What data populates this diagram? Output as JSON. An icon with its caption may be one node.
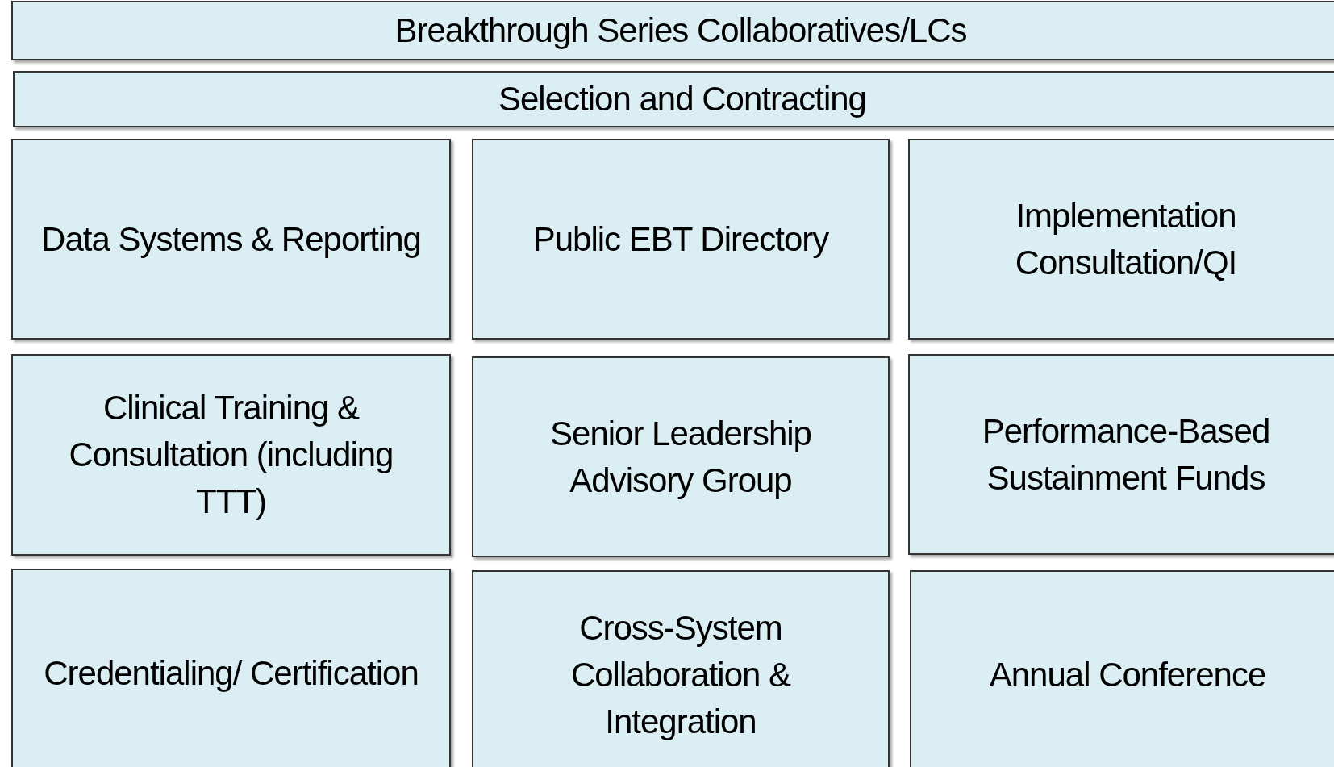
{
  "diagram": {
    "nodes": [
      {
        "text": [
          "Breakthrough Series Collaboratives/LCs"
        ]
      },
      {
        "text": [
          "Selection and Contracting"
        ]
      },
      {
        "text": [
          "Data Systems & Reporting"
        ]
      },
      {
        "text": [
          "Public EBT Directory"
        ]
      },
      {
        "text": [
          "Implementation Consultation/QI"
        ]
      },
      {
        "text": [
          "Clinical Training & Consultation (including TTT)"
        ]
      },
      {
        "text": [
          "Senior Leadership Advisory Group"
        ]
      },
      {
        "text": [
          "Performance-Based Sustainment Funds"
        ]
      },
      {
        "text": [
          "Credentialing/ Certification"
        ]
      },
      {
        "text": [
          "Cross-System Collaboration & Integration"
        ]
      },
      {
        "text": [
          "Annual Conference"
        ]
      }
    ]
  }
}
